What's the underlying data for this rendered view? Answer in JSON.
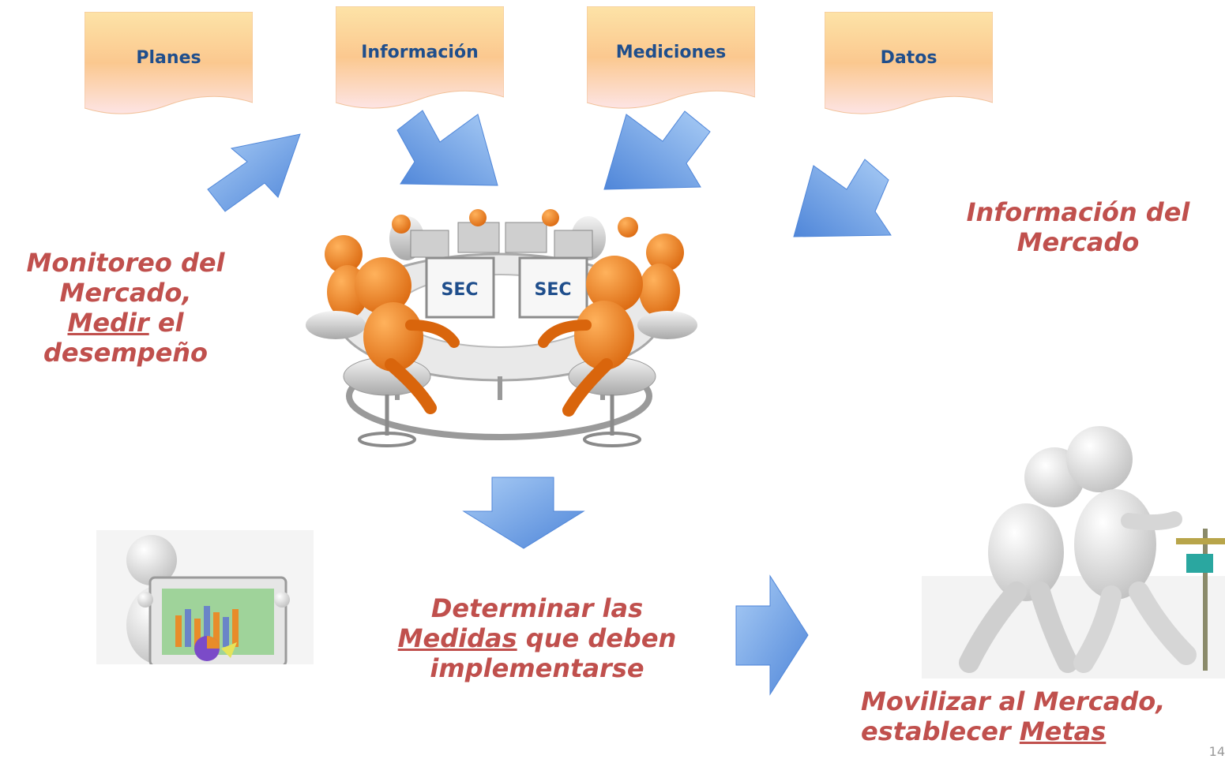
{
  "documents": {
    "planes": "Planes",
    "informacion": "Información",
    "mediciones": "Mediciones",
    "datos": "Datos"
  },
  "captions": {
    "info_mercado_1": "Información del",
    "info_mercado_2": "Mercado",
    "monitoreo_1": "Monitoreo del",
    "monitoreo_2": "Mercado,",
    "monitoreo_3a": "Medir",
    "monitoreo_3b": " el",
    "monitoreo_4": "desempeño",
    "determinar_1": "Determinar las",
    "determinar_2a": "Medidas",
    "determinar_2b": " que deben",
    "determinar_3": "implementarse",
    "movilizar_1": "Movilizar al Mercado,",
    "movilizar_2a": "establecer ",
    "movilizar_2b": "Metas"
  },
  "logos": {
    "monitor_logo": "SEC"
  },
  "page_number": "14",
  "colors": {
    "caption": "#c0504d",
    "doc_text": "#1f4e8c",
    "arrow": "#5b93e0",
    "figure_orange": "#e8811c"
  }
}
